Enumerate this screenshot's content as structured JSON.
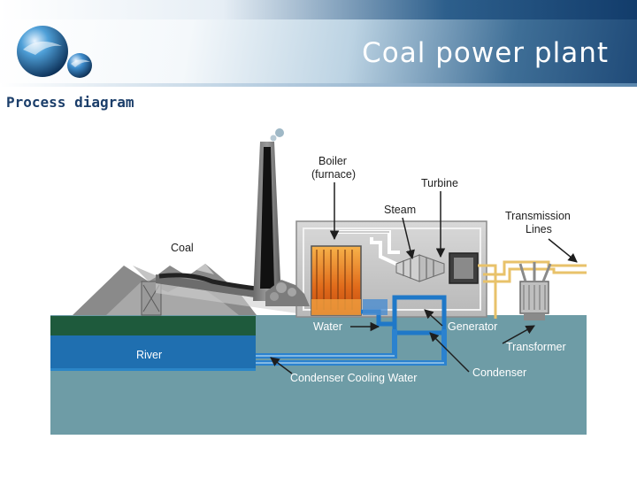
{
  "slide": {
    "title": "Coal power plant",
    "subtitle": "Process diagram"
  },
  "diagram": {
    "labels": {
      "boiler_line1": "Boiler",
      "boiler_line2": "(furnace)",
      "turbine": "Turbine",
      "steam": "Steam",
      "transmission_line1": "Transmission",
      "transmission_line2": "Lines",
      "coal": "Coal",
      "water": "Water",
      "generator": "Generator",
      "river": "River",
      "transformer": "Transformer",
      "condenser": "Condenser",
      "condenser_cooling_water": "Condenser Cooling Water"
    }
  },
  "colors": {
    "header_dark": "#1f4a78",
    "title_text": "#ffffff",
    "subtitle_text": "#1b3e6a",
    "water_teal": "#6e9ca6",
    "river_blue": "#1f6fb0",
    "bank_green": "#1e5a3c",
    "boiler_fire": "#e07a1e",
    "pipe_blue": "#1f78c8",
    "transmission_yellow": "#f0d080"
  }
}
